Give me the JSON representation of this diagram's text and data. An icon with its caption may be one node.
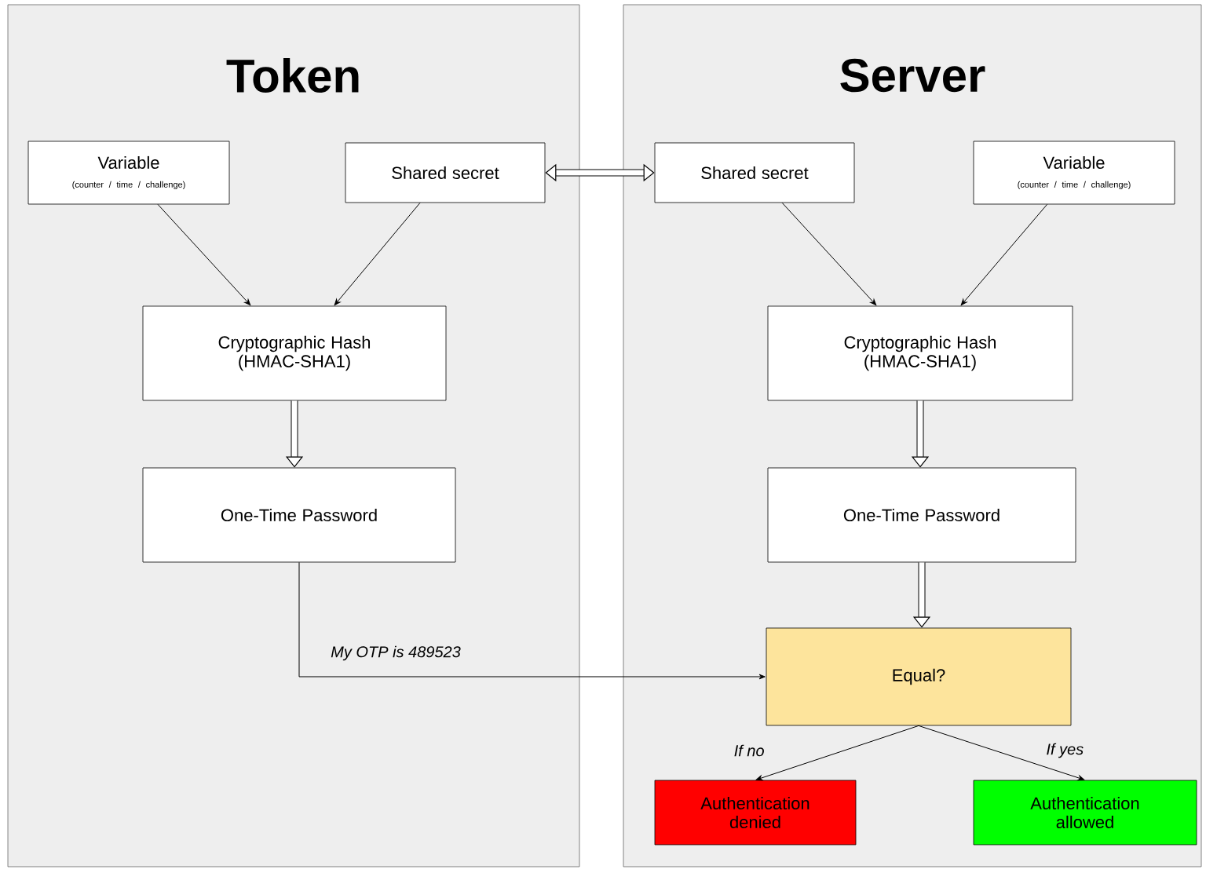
{
  "diagram": {
    "nodes": [
      {
        "text": [
          "Token"
        ]
      },
      {
        "text": [
          "Variable",
          "(counter / time / challenge)"
        ],
        "in": 0
      },
      {
        "text": [
          "Shared secret"
        ],
        "in": 0
      },
      {
        "text": [
          "Cryptographic Hash (HMAC-SHA1)"
        ],
        "in": 0
      },
      {
        "text": [
          "One-Time Password"
        ],
        "in": 0
      },
      {
        "text": [
          "Server"
        ]
      },
      {
        "text": [
          "Shared secret"
        ],
        "in": 5
      },
      {
        "text": [
          "Variable",
          "(counter / time / challenge)"
        ],
        "in": 5
      },
      {
        "text": [
          "Cryptographic Hash (HMAC-SHA1)"
        ],
        "in": 5
      },
      {
        "text": [
          "One-Time Password"
        ],
        "in": 5
      },
      {
        "text": [
          "Equal?"
        ],
        "in": 5
      },
      {
        "text": [
          "Authentication denied"
        ],
        "in": 5
      },
      {
        "text": [
          "Authentication allowed"
        ],
        "in": 5
      }
    ],
    "edges": [
      {
        "from": 2,
        "to": 6,
        "arrow": "both",
        "style": "thick"
      },
      {
        "from": 1,
        "to": 3,
        "arrow": "to"
      },
      {
        "from": 2,
        "to": 3,
        "arrow": "to"
      },
      {
        "from": 3,
        "to": 4,
        "arrow": "to",
        "style": "thick"
      },
      {
        "from": 6,
        "to": 8,
        "arrow": "to"
      },
      {
        "from": 7,
        "to": 8,
        "arrow": "to"
      },
      {
        "from": 8,
        "to": 9,
        "arrow": "to",
        "style": "thick"
      },
      {
        "from": 9,
        "to": 10,
        "arrow": "to",
        "style": "thick"
      },
      {
        "from": 4,
        "to": 10,
        "arrow": "to",
        "label": "My OTP is 489523"
      },
      {
        "from": 10,
        "to": 11,
        "arrow": "to",
        "label": "If no"
      },
      {
        "from": 10,
        "to": 12,
        "arrow": "to",
        "label": "If yes"
      }
    ]
  }
}
